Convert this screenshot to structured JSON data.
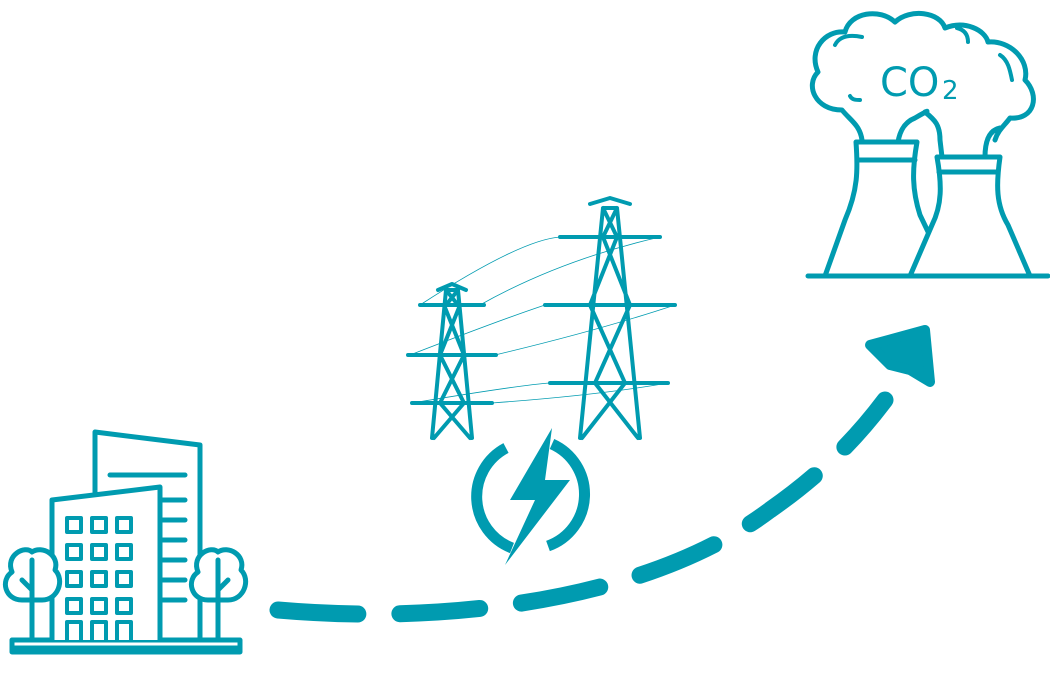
{
  "illustration": {
    "accent_color": "#009bb0",
    "factory_label": "CO",
    "factory_label_subscript": "2",
    "icons": [
      "city-buildings-icon",
      "power-pylons-icon",
      "lightning-bolt-icon",
      "factory-emissions-icon",
      "dashed-arrow"
    ]
  }
}
